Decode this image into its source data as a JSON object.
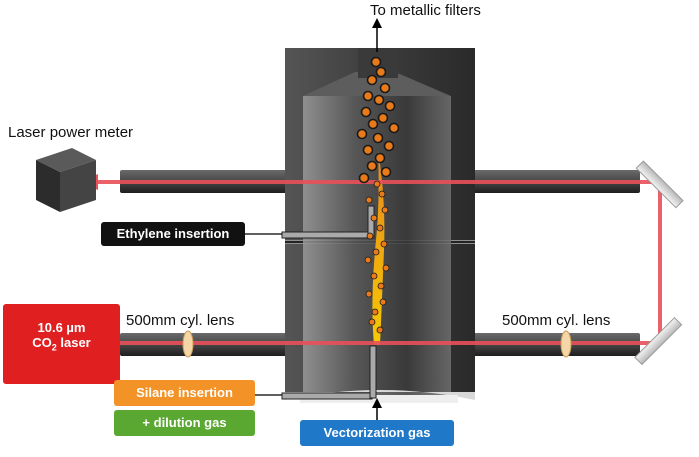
{
  "labels": {
    "top": "To metallic filters",
    "power_meter": "Laser power meter",
    "lens_left": "500mm cyl. lens",
    "lens_right": "500mm cyl. lens"
  },
  "boxes": {
    "ethylene": "Ethylene insertion",
    "laser_line1": "10.6 µm",
    "laser_line2_base": "CO",
    "laser_line2_sub": "2",
    "laser_line2_tail": " laser",
    "silane": "Silane insertion",
    "dilution": "+ dilution gas",
    "vectorization": "Vectorization gas"
  },
  "colors": {
    "beam": "#e8505a",
    "reactor": "#4a4a4a",
    "pipe": "#3b3b3b",
    "particle": "#e87a1a",
    "ethylene_box": "#111111",
    "laser_box": "#e02020",
    "silane_box": "#f39226",
    "dilution_box": "#5aa832",
    "vectorization_box": "#1f78c8"
  }
}
